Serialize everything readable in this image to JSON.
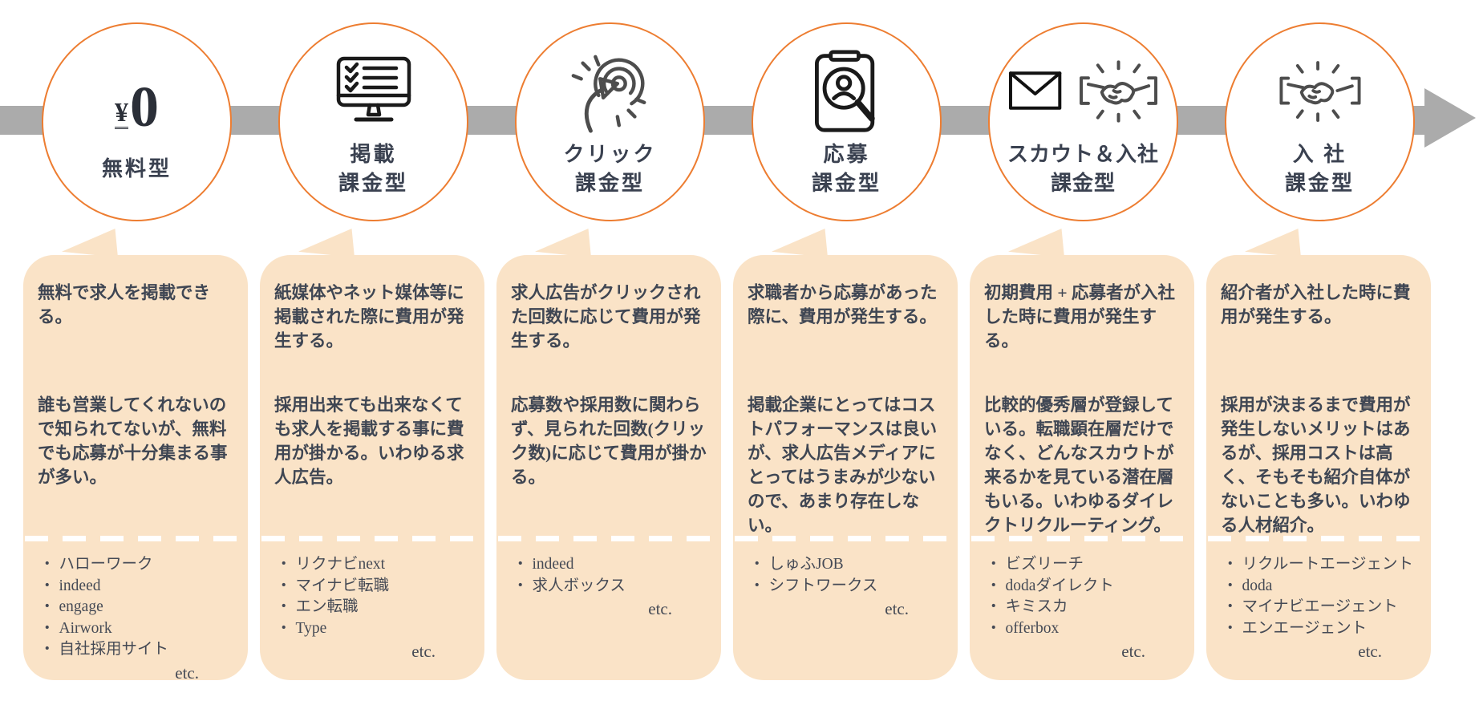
{
  "bullet": "・",
  "colors": {
    "accent_orange": "#ED7D31",
    "card_fill": "#FAE3C7",
    "arrow_gray": "#ABABAB",
    "text_dark": "#3F4653",
    "separator_white": "#FFFFFF"
  },
  "stages": [
    {
      "title": "無料型",
      "icon": "yen-zero",
      "price_symbol": "¥",
      "price_value": "0",
      "desc1": "無料で求人を掲載できる。",
      "desc2": "誰も営業してくれないので知られてないが、無料でも応募が十分集まる事が多い。",
      "examples": [
        "ハローワーク",
        "indeed",
        "engage",
        "Airwork",
        "自社採用サイト"
      ],
      "etc_label": "etc."
    },
    {
      "title": "掲載\n課金型",
      "icon": "monitor-checklist",
      "desc1": "紙媒体やネット媒体等に掲載された際に費用が発生する。",
      "desc2": "採用出来ても出来なくても求人を掲載する事に費用が掛かる。いわゆる求人広告。",
      "examples": [
        "リクナビnext",
        "マイナビ転職",
        "エン転職",
        "Type"
      ],
      "etc_label": "etc."
    },
    {
      "title": "クリック\n課金型",
      "icon": "click-target",
      "desc1": "求人広告がクリックされた回数に応じて費用が発生する。",
      "desc2": "応募数や採用数に関わらず、見られた回数(クリック数)に応じて費用が掛かる。",
      "examples": [
        "indeed",
        "求人ボックス"
      ],
      "etc_label": "etc."
    },
    {
      "title": "応募\n課金型",
      "icon": "applicant-magnifier",
      "desc1": "求職者から応募があった際に、費用が発生する。",
      "desc2": "掲載企業にとってはコストパフォーマンスは良いが、求人広告メディアにとってはうまみが少ないので、あまり存在しない。",
      "examples": [
        "しゅふJOB",
        "シフトワークス"
      ],
      "etc_label": "etc."
    },
    {
      "title": "スカウト＆入社\n課金型",
      "icon": "mail-handshake",
      "desc1": "初期費用 + 応募者が入社した時に費用が発生する。",
      "desc2": "比較的優秀層が登録している。転職顕在層だけでなく、どんなスカウトが来るかを見ている潜在層もいる。いわゆるダイレクトリクルーティング。",
      "examples": [
        "ビズリーチ",
        "dodaダイレクト",
        "キミスカ",
        "offerbox"
      ],
      "etc_label": "etc."
    },
    {
      "title": "入 社\n課金型",
      "icon": "handshake",
      "desc1": "紹介者が入社した時に費用が発生する。",
      "desc2": "採用が決まるまで費用が発生しないメリットはあるが、採用コストは高く、そもそも紹介自体がないことも多い。いわゆる人材紹介。",
      "examples": [
        "リクルートエージェント",
        "doda",
        "マイナビエージェント",
        "エンエージェント"
      ],
      "etc_label": "etc."
    }
  ]
}
